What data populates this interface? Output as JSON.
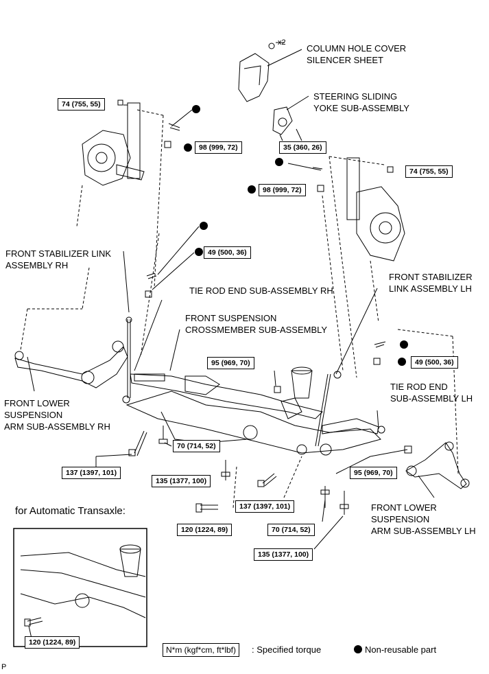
{
  "labels": {
    "column_hole_cover": [
      "COLUMN HOLE COVER",
      "SILENCER SHEET"
    ],
    "x2": "x2",
    "steering_yoke": [
      "STEERING SLIDING",
      "YOKE SUB-ASSEMBLY"
    ],
    "stab_link_rh": [
      "FRONT STABILIZER LINK",
      "ASSEMBLY RH"
    ],
    "tie_rod_rh": "TIE ROD END SUB-ASSEMBLY RH",
    "crossmember": [
      "FRONT SUSPENSION",
      "CROSSMEMBER SUB-ASSEMBLY"
    ],
    "stab_link_lh": [
      "FRONT STABILIZER",
      "LINK ASSEMBLY LH"
    ],
    "tie_rod_lh": [
      "TIE ROD END",
      "SUB-ASSEMBLY LH"
    ],
    "lower_arm_rh": [
      "FRONT LOWER",
      "SUSPENSION",
      "ARM SUB-ASSEMBLY RH"
    ],
    "lower_arm_lh": [
      "FRONT LOWER",
      "SUSPENSION",
      "ARM SUB-ASSEMBLY LH"
    ],
    "auto_transaxle": "for Automatic Transaxle:",
    "corner": "P"
  },
  "torques": {
    "t74_rh": "74 (755, 55)",
    "t98_rh": "98 (999, 72)",
    "t35": "35 (360, 26)",
    "t74_lh": "74 (755, 55)",
    "t98_lh": "98 (999, 72)",
    "t49_rh": "49 (500, 36)",
    "t95_top": "95 (969, 70)",
    "t49_lh": "49 (500, 36)",
    "t70_a": "70 (714, 52)",
    "t137_a": "137 (1397, 101)",
    "t135_a": "135 (1377, 100)",
    "t95_right": "95 (969, 70)",
    "t137_b": "137 (1397, 101)",
    "t120_a": "120 (1224, 89)",
    "t70_b": "70 (714, 52)",
    "t135_b": "135 (1377, 100)",
    "t120_inset": "120 (1224, 89)"
  },
  "legend": {
    "torque_unit": "N*m (kgf*cm, ft*lbf)",
    "torque_text": ": Specified torque",
    "nonreusable_text": "Non-reusable part"
  }
}
